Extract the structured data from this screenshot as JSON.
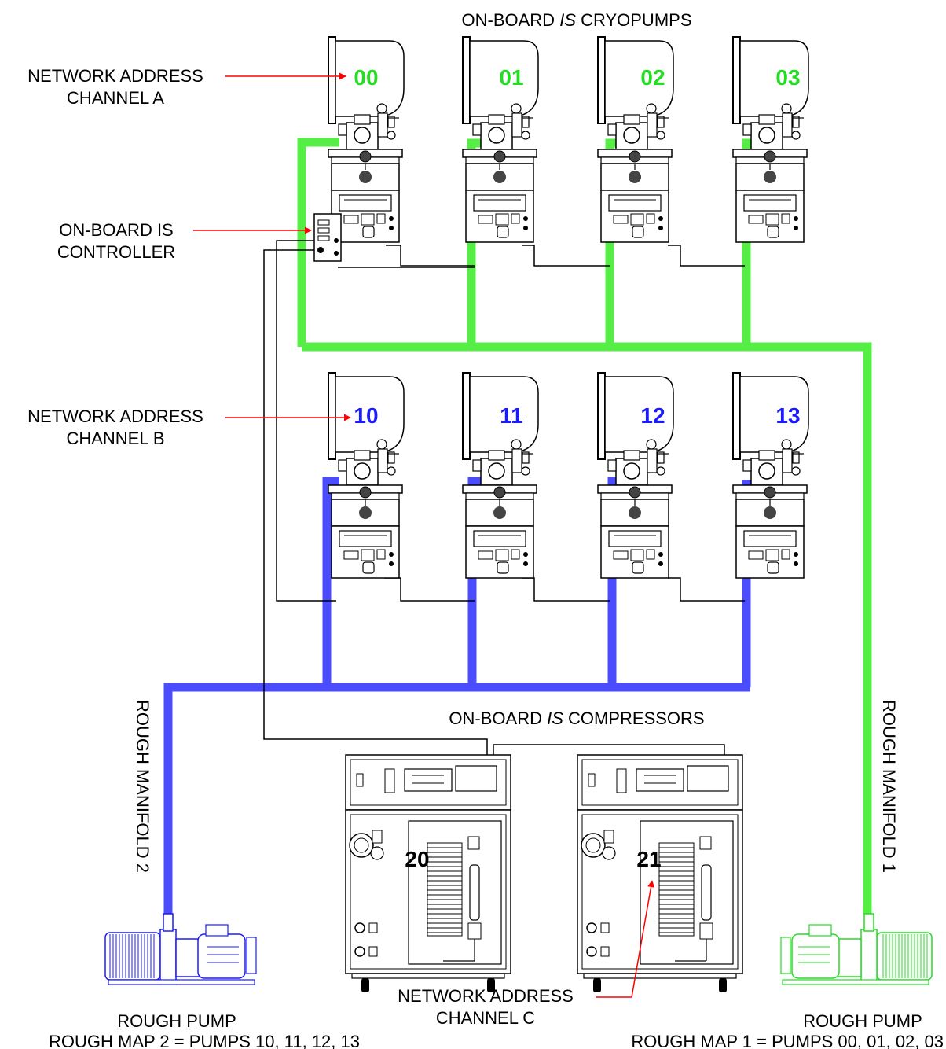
{
  "title_parts": {
    "pre": "ON-BOARD ",
    "italic": "IS",
    "post": " CRYOPUMPS"
  },
  "compressor_title_parts": {
    "pre": "ON-BOARD ",
    "italic": "IS",
    "post": " COMPRESSORS"
  },
  "callouts": {
    "channel_a": [
      "NETWORK ADDRESS",
      "CHANNEL A"
    ],
    "controller": [
      "ON-BOARD IS",
      "CONTROLLER"
    ],
    "channel_b": [
      "NETWORK ADDRESS",
      "CHANNEL B"
    ],
    "channel_c": [
      "NETWORK ADDRESS",
      "CHANNEL C"
    ]
  },
  "cryopump_rows": [
    {
      "channel": "A",
      "color": "#22dd22",
      "addresses": [
        "00",
        "01",
        "02",
        "03"
      ]
    },
    {
      "channel": "B",
      "color": "#1a1aff",
      "addresses": [
        "10",
        "11",
        "12",
        "13"
      ]
    }
  ],
  "compressors": {
    "addresses": [
      "20",
      "21"
    ]
  },
  "manifolds": {
    "left": {
      "label": "ROUGH MANIFOLD 2",
      "color": "#4c4cff"
    },
    "right": {
      "label": "ROUGH MANIFOLD 1",
      "color": "#55ee44"
    }
  },
  "pumps": {
    "left": {
      "label": "ROUGH PUMP",
      "map": "ROUGH MAP 2 = PUMPS 10, 11, 12, 13",
      "color": "#1a1aff"
    },
    "right": {
      "label": "ROUGH PUMP",
      "map": "ROUGH MAP 1 = PUMPS 00, 01, 02, 03",
      "color": "#22dd22"
    }
  },
  "colors": {
    "callout_arrow": "#ff0000",
    "green_pipe": "#55ee44",
    "blue_pipe": "#4c4cff"
  }
}
